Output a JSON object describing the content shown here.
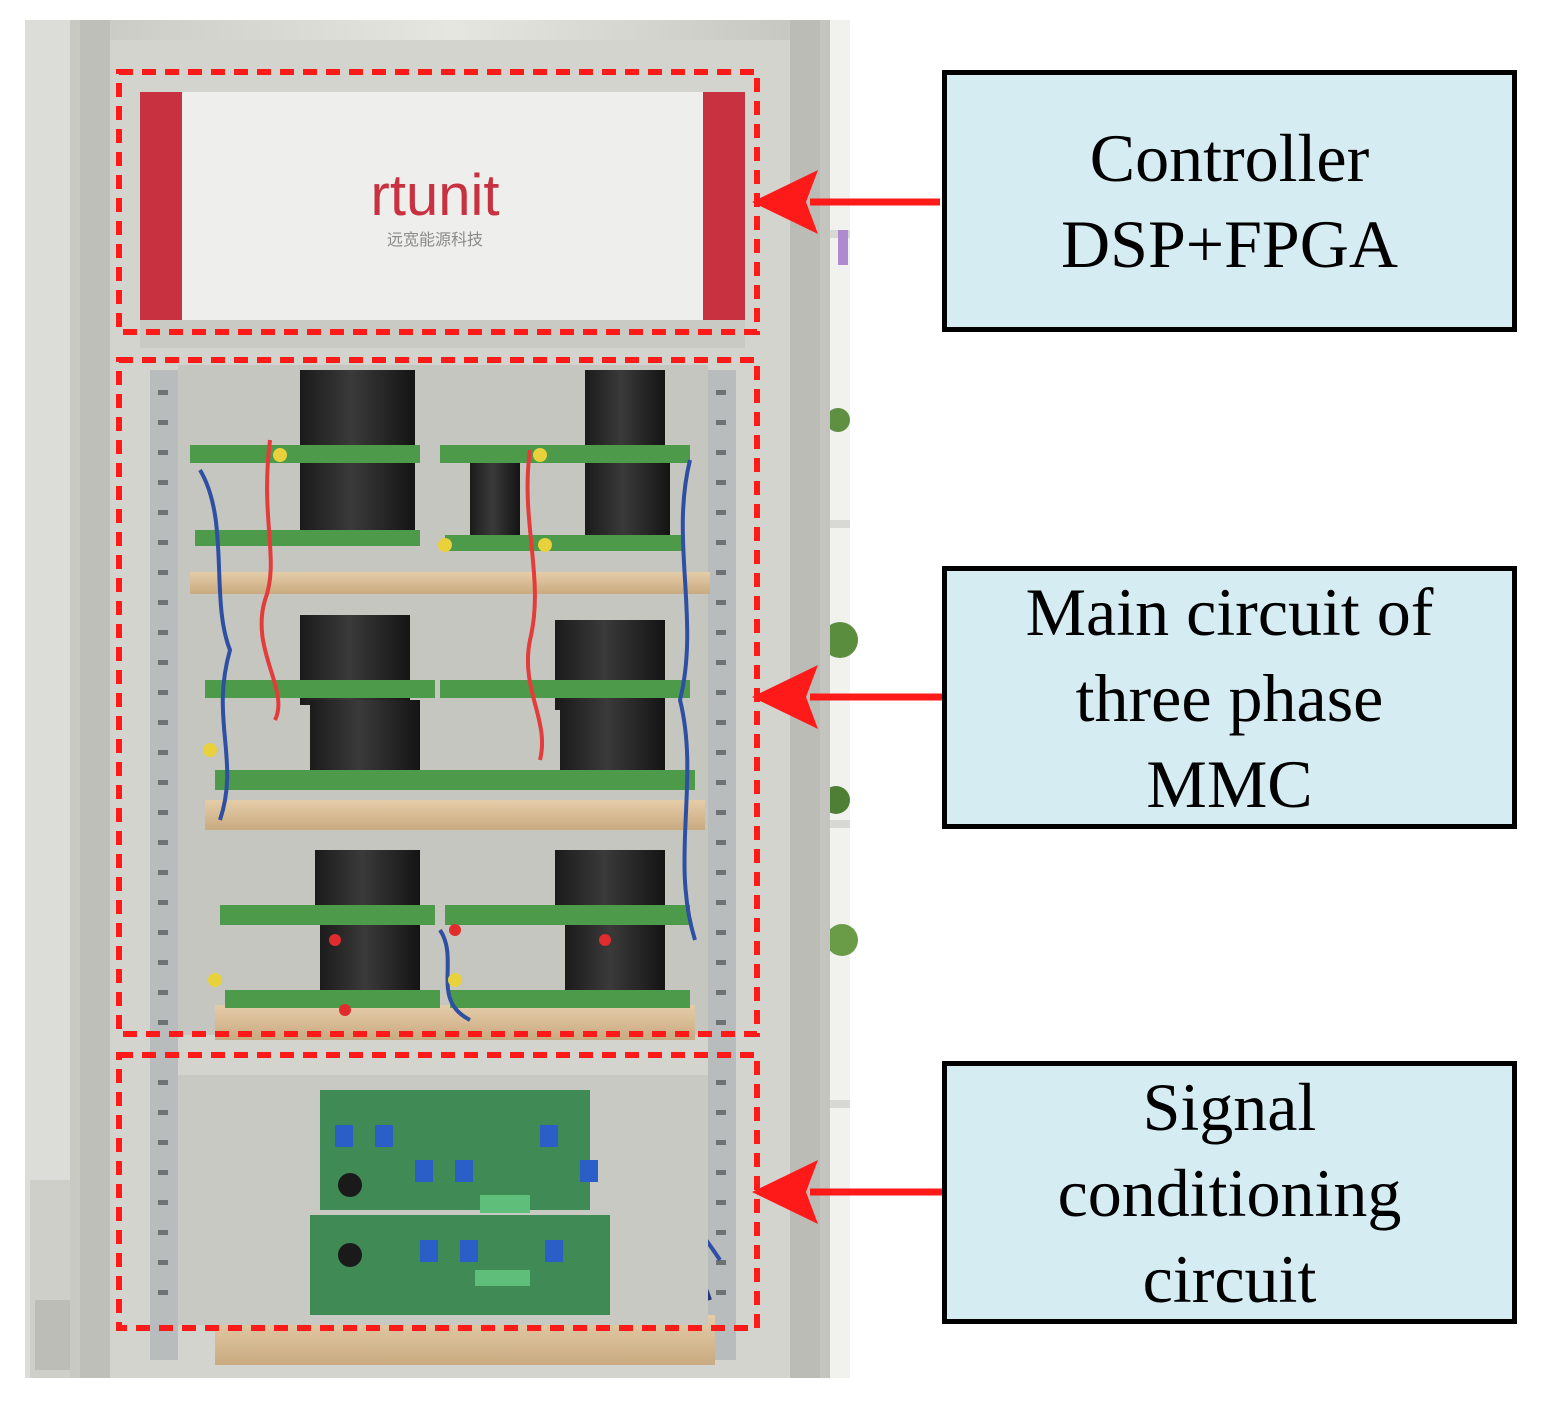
{
  "photo": {
    "description_icon": "equipment-cabinet-photo-icon",
    "logo_text": "rtunit",
    "logo_subtext": "远宽能源科技",
    "accent_red": "#ff1a1a",
    "box_blue": "#d5ecf2"
  },
  "labels": {
    "controller": {
      "line1": "Controller",
      "line2": "DSP+FPGA"
    },
    "main_circuit": {
      "line1": "Main circuit of",
      "line2": "three phase",
      "line3": "MMC"
    },
    "signal": {
      "line1": "Signal",
      "line2": "conditioning",
      "line3": "circuit"
    }
  }
}
